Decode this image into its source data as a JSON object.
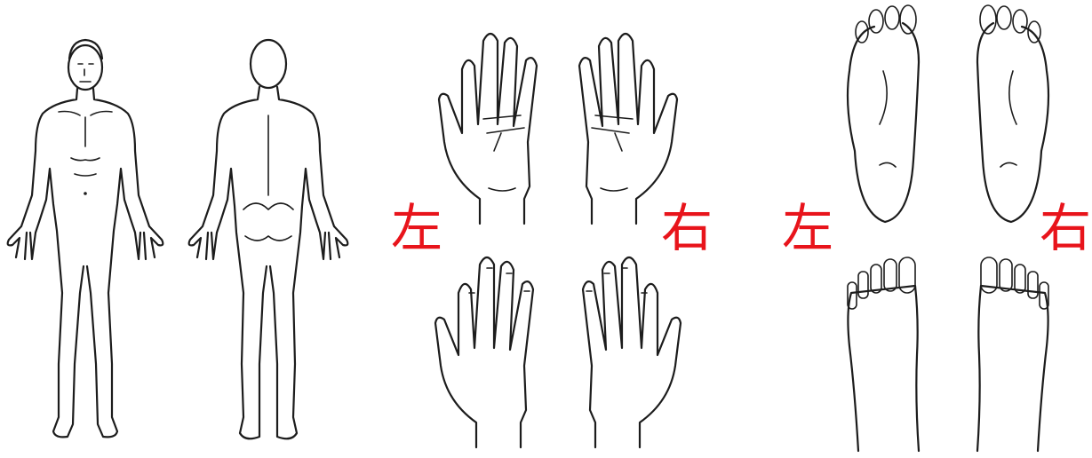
{
  "labels": {
    "hands_left": "左",
    "hands_right": "右",
    "feet_left": "左",
    "feet_right": "右"
  },
  "colors": {
    "label": "#e8141b",
    "outline": "#1c1c1c",
    "background": "#ffffff"
  }
}
